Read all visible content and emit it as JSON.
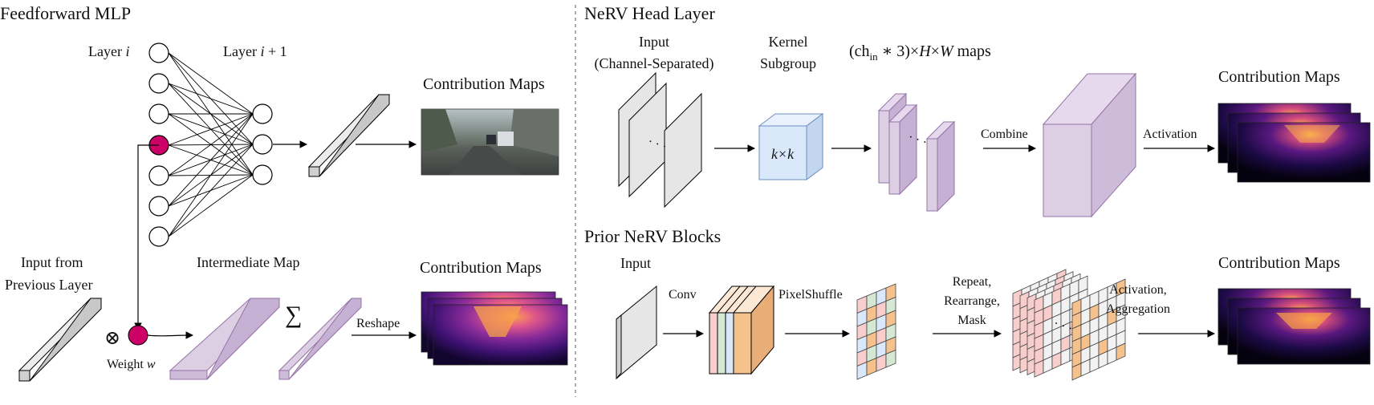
{
  "left_panel": {
    "title": "Feedforward MLP",
    "layer_i": "Layer",
    "layer_i_var": "i",
    "layer_i1_prefix": "Layer",
    "layer_i1_var": "i",
    "layer_i1_suffix": "+ 1",
    "contribution_maps_top": "Contribution Maps",
    "input_from_line1": "Input from",
    "input_from_line2": "Previous Layer",
    "intermediate_map": "Intermediate Map",
    "sum_symbol": "∑",
    "reshape": "Reshape",
    "contribution_maps_bottom": "Contribution Maps",
    "weight_label": "Weight",
    "weight_var": "w",
    "otimes": "⊗"
  },
  "right_top": {
    "title": "NeRV Head Layer",
    "input_line1": "Input",
    "input_line2": "(Channel-Separated)",
    "kernel_line1": "Kernel",
    "kernel_line2": "Subgroup",
    "kernel_cube": "k×k",
    "maps_label_a": "(ch",
    "maps_label_sub": "in",
    "maps_label_b": " ∗ 3)×",
    "maps_label_H": "H",
    "maps_label_x": "×",
    "maps_label_W": "W",
    "maps_label_c": " maps",
    "dots": "· · ·",
    "combine": "Combine",
    "activation": "Activation",
    "contribution_maps": "Contribution Maps"
  },
  "right_bottom": {
    "title": "Prior NeRV Blocks",
    "input": "Input",
    "conv": "Conv",
    "pixelshuffle": "PixelShuffle",
    "repeat_line1": "Repeat,",
    "repeat_line2": "Rearrange,",
    "repeat_line3": "Mask",
    "activation_line1": "Activation,",
    "activation_line2": "Aggregation",
    "contribution_maps": "Contribution Maps"
  },
  "colors": {
    "gray_face": "#e6e6e6",
    "purple_face": "#dccfe4",
    "purple_stroke": "#9673a6",
    "blue_face": "#dae8fc",
    "blue_stroke": "#6c8ebf",
    "magenta_node": "#cc0066",
    "pink": "#f8cecc",
    "green": "#d5e8d4",
    "lightblue": "#dae8fc",
    "orange": "#f5c28e"
  }
}
